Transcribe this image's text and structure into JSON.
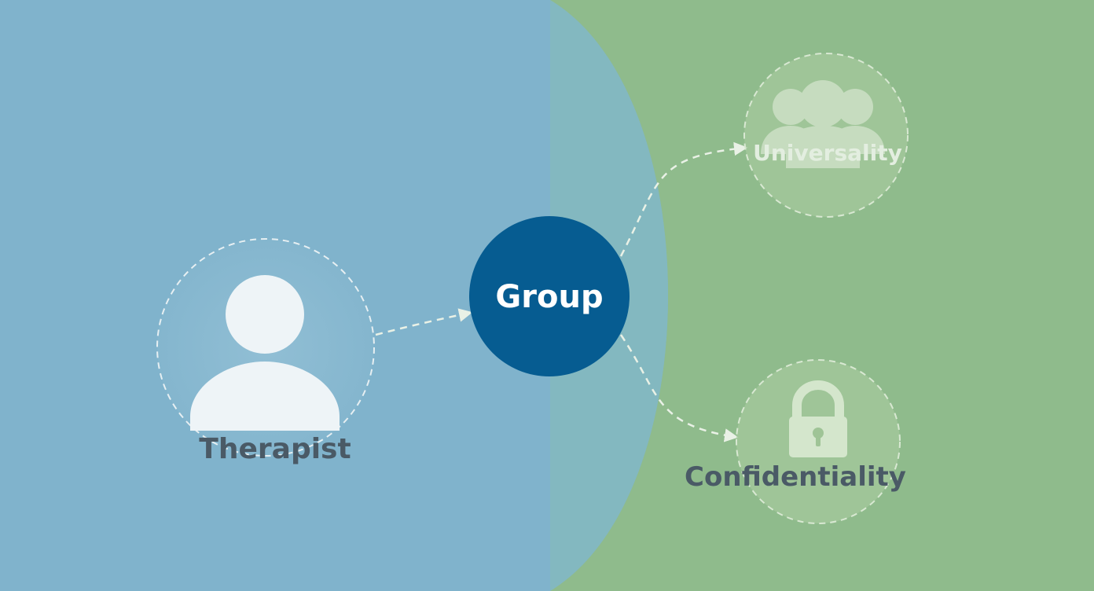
{
  "nodes": {
    "therapist": {
      "label": "Therapist",
      "icon": "person-icon"
    },
    "group": {
      "label": "Group"
    },
    "universality": {
      "label": "Universality",
      "icon": "people-group-icon"
    },
    "confidentiality": {
      "label": "Confidentiality",
      "icon": "padlock-icon"
    }
  },
  "colors": {
    "left_background": "#80b3cc",
    "right_background": "#8fbb8c",
    "group_fill": "#065c91",
    "icon_fill": "#eef4f7",
    "label_dark": "#4a5a66",
    "dashed_line": "#e9f1e6"
  }
}
